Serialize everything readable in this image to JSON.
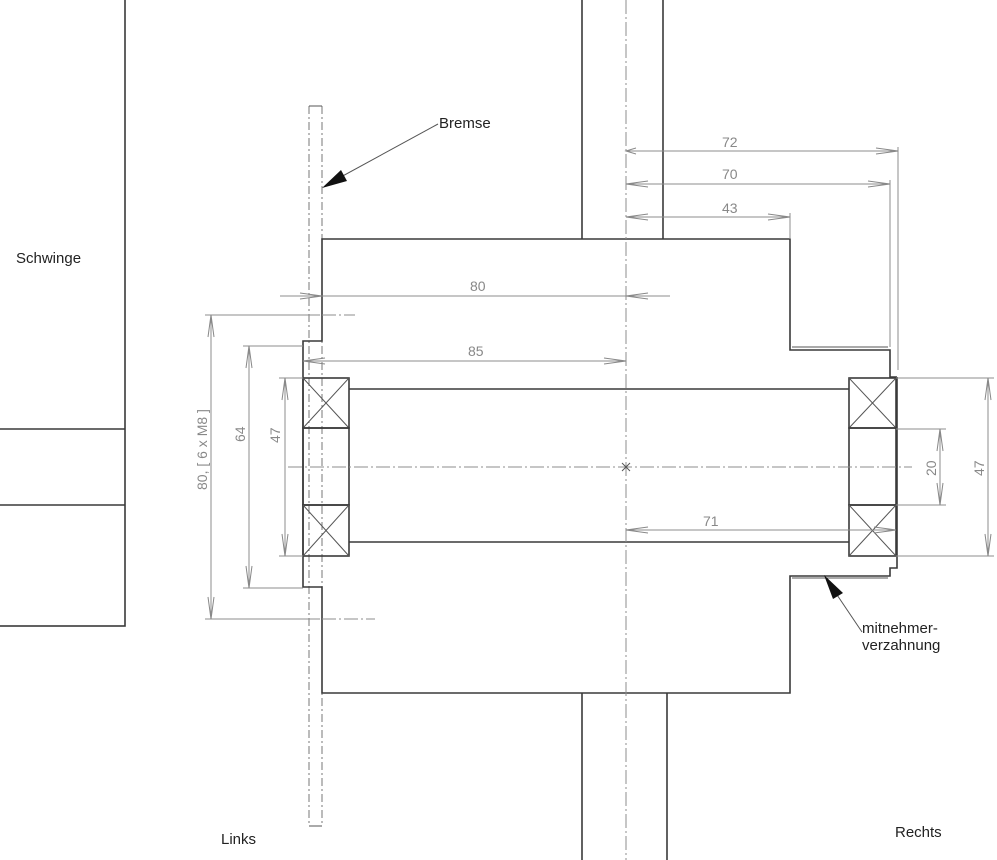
{
  "labels": {
    "schwinge": "Schwinge",
    "bremse": "Bremse",
    "links": "Links",
    "rechts": "Rechts",
    "mitnehmer_line1": "mitnehmer-",
    "mitnehmer_line2": "verzahnung"
  },
  "dimensions": {
    "d72": "72",
    "d70": "70",
    "d43": "43",
    "d80": "80",
    "d85": "85",
    "d71": "71",
    "d64": "64",
    "d47_left": "47",
    "d80_bolt": "80, [ 6 x M8 ]",
    "d20": "20",
    "d47_right": "47"
  }
}
